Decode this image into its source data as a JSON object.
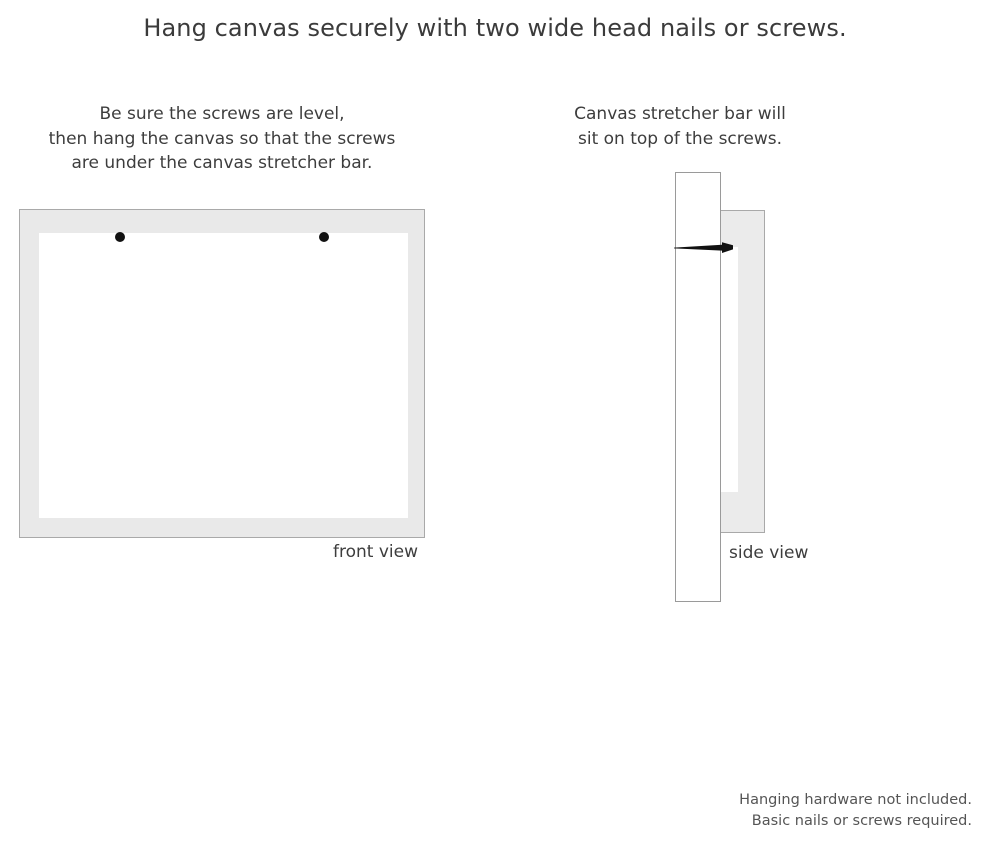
{
  "title": "Hang canvas securely with two wide head nails or screws.",
  "instructions": {
    "left": {
      "lines": [
        "Be sure the screws are level,",
        "then hang the canvas so that the screws",
        "are under the canvas stretcher bar."
      ]
    },
    "right": {
      "lines": [
        "Canvas stretcher bar will",
        "sit on top of the screws."
      ]
    }
  },
  "diagrams": {
    "front": {
      "label": "front view",
      "frame_color": "#e9e9e9",
      "frame_border_color": "#a9a9a9",
      "canvas_color": "#ffffff",
      "screw_color": "#111111",
      "screw_count": 2
    },
    "side": {
      "label": "side view",
      "wall_color": "#ffffff",
      "wall_border_color": "#9a9a9a",
      "bar_color": "#ebebeb",
      "bar_border_color": "#a9a9a9",
      "nail_color": "#111111"
    }
  },
  "footer": {
    "lines": [
      "Hanging hardware not included.",
      "Basic nails or screws required."
    ]
  }
}
